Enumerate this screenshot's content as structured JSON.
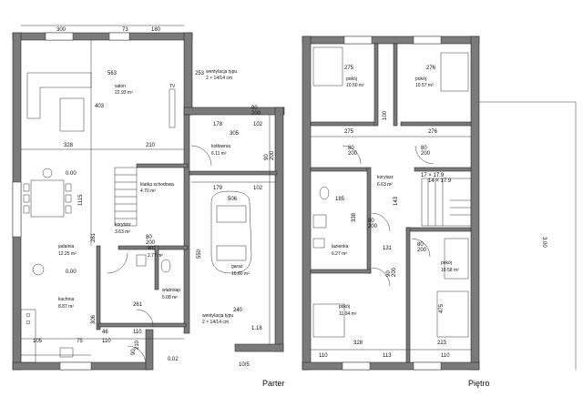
{
  "captions": {
    "ground": "Parter",
    "upper": "Piętro"
  },
  "ground_floor": {
    "rooms": [
      {
        "name": "salon",
        "area": "22.93 m²"
      },
      {
        "name": "klatka schodowa",
        "area": "4.70 m²"
      },
      {
        "name": "jadalnia",
        "area": "12.25 m²"
      },
      {
        "name": "kuchnia",
        "area": "8.87 m²"
      },
      {
        "name": "kotłownia",
        "area": "6.11 m²"
      },
      {
        "name": "garaż",
        "area": "16.80 m²"
      },
      {
        "name": "WC",
        "area": "2.77 m²"
      },
      {
        "name": "korytarz",
        "area": "3.63 m²"
      },
      {
        "name": "wiatrołap",
        "area": "5.08 m²"
      }
    ],
    "dimensions": [
      "300",
      "73",
      "180",
      "563",
      "403",
      "253",
      "328",
      "210",
      "1115",
      "281",
      "306",
      "105",
      "75",
      "110",
      "46",
      "110",
      "261",
      "305",
      "178",
      "102",
      "179",
      "102",
      "506",
      "550",
      "240",
      "1.18",
      "0.00",
      "0.00",
      "0.02",
      "210",
      "90",
      "80",
      "200",
      "80",
      "200",
      "90",
      "200",
      "10/5"
    ],
    "labels": [
      "TV",
      "wentylacja typu",
      "2 × 14/14 cm",
      "wentylacja typu",
      "2 × 14/14 cm"
    ]
  },
  "upper_floor": {
    "rooms": [
      {
        "name": "pokój",
        "area": "10.50 m²"
      },
      {
        "name": "pokój",
        "area": "10.57 m²"
      },
      {
        "name": "korytarz",
        "area": "6.63 m²"
      },
      {
        "name": "łazienka",
        "area": "6.27 m²"
      },
      {
        "name": "pokój",
        "area": "10.58 m²"
      },
      {
        "name": "pokój",
        "area": "11.04 m²"
      }
    ],
    "dimensions": [
      "275",
      "276",
      "275",
      "276",
      "100",
      "185",
      "338",
      "143",
      "131",
      "475",
      "328",
      "223",
      "110",
      "113",
      "110",
      "80",
      "200",
      "80",
      "200",
      "80",
      "200",
      "80",
      "200",
      "90",
      "200",
      "17 × 17.9"
    ],
    "labels": [
      "3.00",
      "14 × 17.9"
    ]
  }
}
